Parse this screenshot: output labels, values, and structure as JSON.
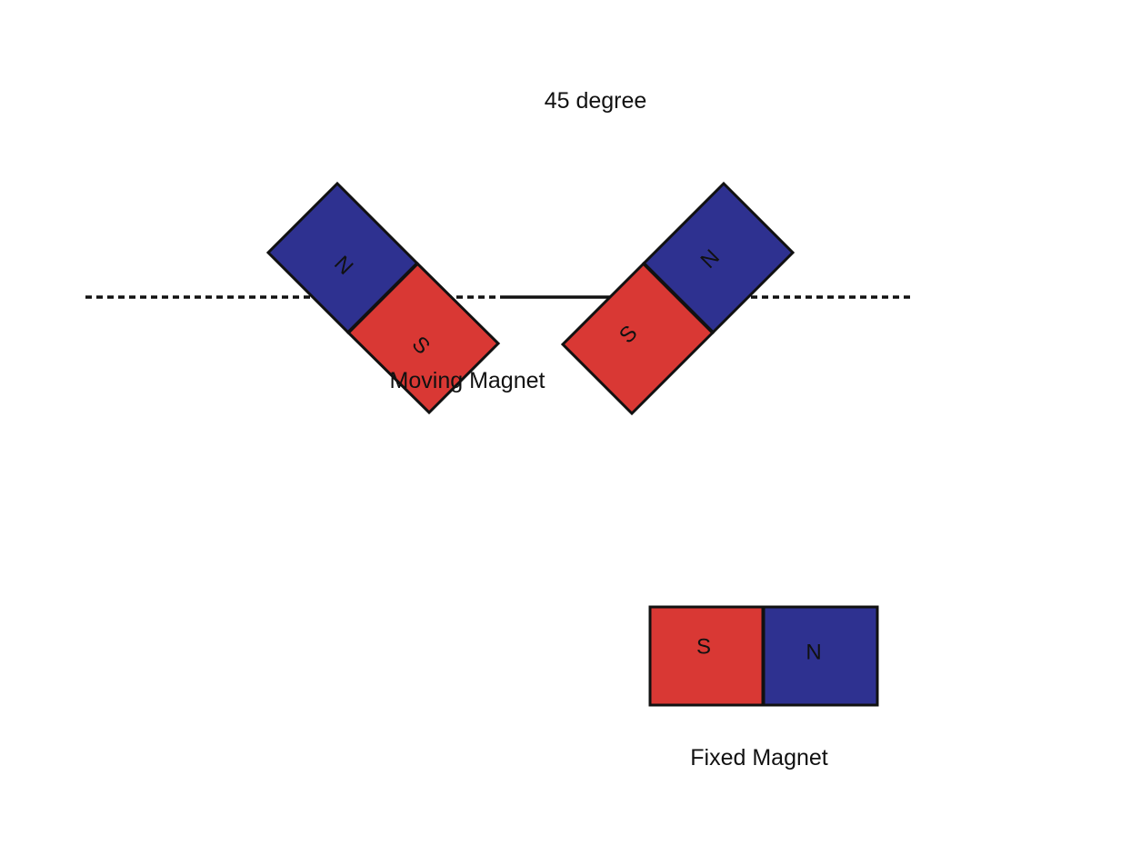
{
  "title": "45 degree",
  "labels": {
    "moving_magnet": "Moving Magnet",
    "fixed_magnet": "Fixed Magnet"
  },
  "poles": {
    "north": "N",
    "south": "S"
  },
  "colors": {
    "north": "#2E3190",
    "south": "#D93834",
    "outline": "#111111",
    "background": "#FFFFFF"
  },
  "magnets": [
    {
      "role": "moving",
      "tilt_degrees": 45,
      "north_side": "upper-left",
      "south_side": "lower-right"
    },
    {
      "role": "moving",
      "tilt_degrees": -45,
      "north_side": "upper-right",
      "south_side": "lower-left"
    },
    {
      "role": "fixed",
      "tilt_degrees": 0,
      "north_side": "right",
      "south_side": "left"
    }
  ]
}
